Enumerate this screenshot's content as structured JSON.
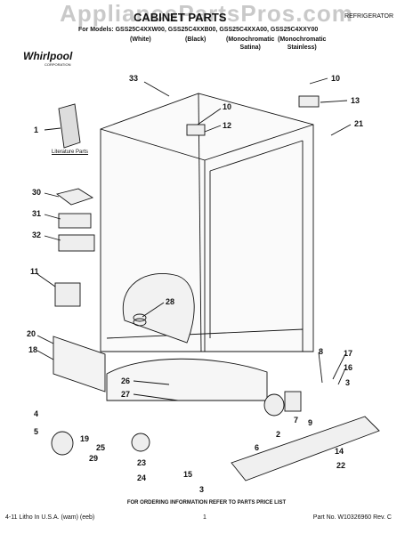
{
  "watermark": "AppliancePartsPros.com",
  "header": {
    "title": "CABINET PARTS",
    "product": "REFRIGERATOR",
    "models_line": "For Models: GSS25C4XXW00, GSS25C4XXB00, GSS25C4XXA00, GSS25C4XXY00",
    "colors": [
      {
        "name": "(White)",
        "sub": ""
      },
      {
        "name": "(Black)",
        "sub": ""
      },
      {
        "name": "(Monochromatic",
        "sub": "Satina)"
      },
      {
        "name": "(Monochromatic",
        "sub": "Stainless)"
      }
    ]
  },
  "brand": {
    "name": "Whirlpool",
    "sub": "CORPORATION"
  },
  "literature_label": "Literature Parts",
  "callouts": [
    "33",
    "10",
    "12",
    "10",
    "13",
    "21",
    "1",
    "30",
    "31",
    "32",
    "11",
    "28",
    "20",
    "18",
    "8",
    "17",
    "16",
    "3",
    "26",
    "27",
    "4",
    "5",
    "19",
    "25",
    "29",
    "6",
    "7",
    "2",
    "9",
    "23",
    "24",
    "15",
    "3",
    "14",
    "22"
  ],
  "footer": {
    "note": "FOR ORDERING INFORMATION REFER TO PARTS PRICE LIST",
    "left": "4-11 Litho In U.S.A. (wam) (eeb)",
    "page": "1",
    "partno": "Part No. W10326960 Rev. C"
  }
}
